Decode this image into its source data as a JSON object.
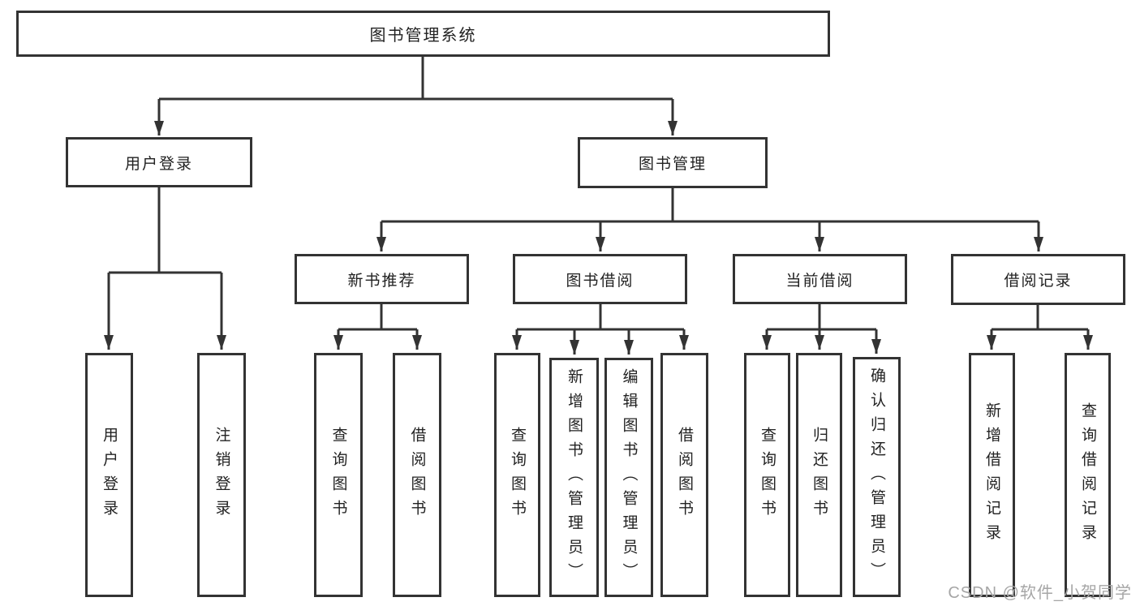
{
  "diagram": {
    "colors": {
      "line": "#333333",
      "text": "#222222",
      "box_background": "#ffffff",
      "watermark": "#a6a6a6"
    },
    "tree": {
      "label": "图书管理系统",
      "children": [
        {
          "label": "用户登录",
          "children": [
            {
              "label": "用户登录"
            },
            {
              "label": "注销登录"
            }
          ]
        },
        {
          "label": "图书管理",
          "children": [
            {
              "label": "新书推荐",
              "children": [
                {
                  "label": "查询图书"
                },
                {
                  "label": "借阅图书"
                }
              ]
            },
            {
              "label": "图书借阅",
              "children": [
                {
                  "label": "查询图书"
                },
                {
                  "label": "新增图书（管理员）"
                },
                {
                  "label": "编辑图书（管理员）"
                },
                {
                  "label": "借阅图书"
                }
              ]
            },
            {
              "label": "当前借阅",
              "children": [
                {
                  "label": "查询图书"
                },
                {
                  "label": "归还图书"
                },
                {
                  "label": "确认归还（管理员）"
                }
              ]
            },
            {
              "label": "借阅记录",
              "children": [
                {
                  "label": "新增借阅记录"
                },
                {
                  "label": "查询借阅记录"
                }
              ]
            }
          ]
        }
      ]
    },
    "watermark": {
      "text": "CSDN @软件_小贺同学"
    }
  }
}
